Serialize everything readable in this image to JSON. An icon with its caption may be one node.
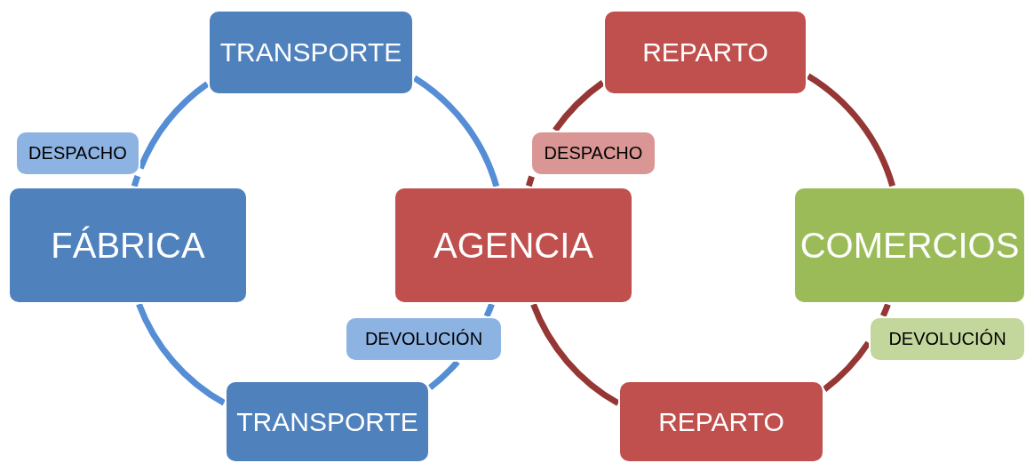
{
  "diagram": {
    "nodes": [
      {
        "text": [
          "TRANSPORTE"
        ]
      },
      {
        "text": [
          "REPARTO"
        ]
      },
      {
        "text": [
          "DESPACHO"
        ]
      },
      {
        "text": [
          "DESPACHO"
        ]
      },
      {
        "text": [
          "FÁBRICA"
        ]
      },
      {
        "text": [
          "AGENCIA"
        ]
      },
      {
        "text": [
          "COMERCIOS"
        ]
      },
      {
        "text": [
          "DEVOLUCIÓN"
        ]
      },
      {
        "text": [
          "DEVOLUCIÓN"
        ]
      },
      {
        "text": [
          "TRANSPORTE"
        ]
      },
      {
        "text": [
          "REPARTO"
        ]
      }
    ],
    "edges": [
      {
        "from": 4,
        "to": 2,
        "arrow": "none",
        "color": "#558ed5"
      },
      {
        "from": 2,
        "to": 0,
        "arrow": "none",
        "color": "#558ed5"
      },
      {
        "from": 0,
        "to": 5,
        "arrow": "none",
        "color": "#558ed5"
      },
      {
        "from": 5,
        "to": 7,
        "arrow": "none",
        "color": "#558ed5"
      },
      {
        "from": 7,
        "to": 9,
        "arrow": "none",
        "color": "#558ed5"
      },
      {
        "from": 9,
        "to": 4,
        "arrow": "none",
        "color": "#558ed5"
      },
      {
        "from": 5,
        "to": 3,
        "arrow": "none",
        "color": "#953735"
      },
      {
        "from": 3,
        "to": 1,
        "arrow": "none",
        "color": "#953735"
      },
      {
        "from": 1,
        "to": 6,
        "arrow": "none",
        "color": "#953735"
      },
      {
        "from": 6,
        "to": 8,
        "arrow": "none",
        "color": "#953735"
      },
      {
        "from": 8,
        "to": 10,
        "arrow": "none",
        "color": "#953735"
      },
      {
        "from": 10,
        "to": 5,
        "arrow": "none",
        "color": "#953735"
      }
    ]
  }
}
